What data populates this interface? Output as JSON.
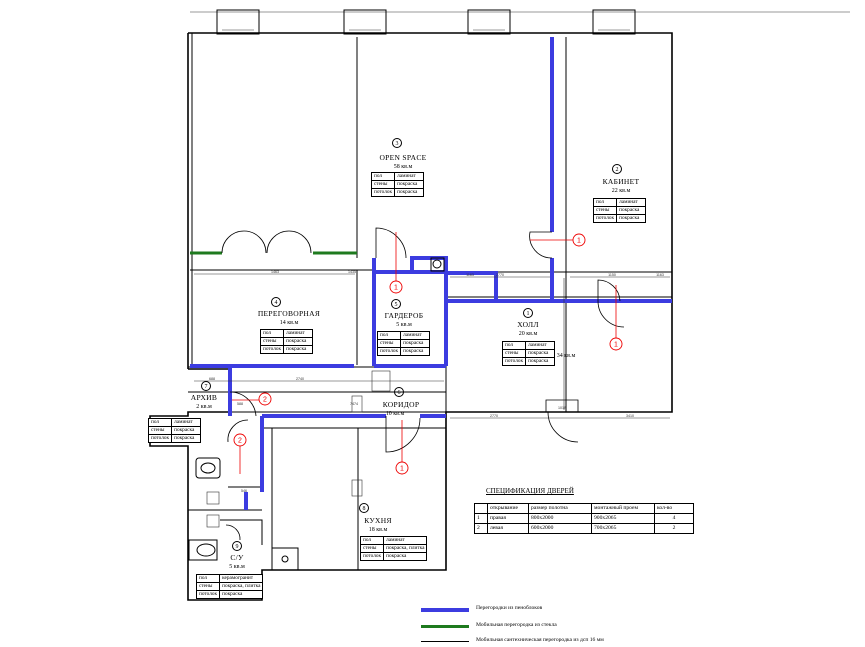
{
  "rooms": [
    {
      "number": "3",
      "name": "OPEN SPACE",
      "area": "58 кв.м"
    },
    {
      "number": "2",
      "name": "КАБИНЕТ",
      "area": "22 кв.м"
    },
    {
      "number": "4",
      "name": "ПЕРЕГОВОРНАЯ",
      "area": "14 кв.м"
    },
    {
      "number": "5",
      "name": "ГАРДЕРОБ",
      "area": "5 кв.м"
    },
    {
      "number": "1",
      "name": "ХОЛЛ",
      "area": "20 кв.м"
    },
    {
      "number": "6",
      "name": "КОРИДОР",
      "area": "10 кв.м"
    },
    {
      "number": "7",
      "name": "АРХИВ",
      "area": "2 кв.м"
    },
    {
      "number": "8",
      "name": "КУХНЯ",
      "area": "18 кв.м"
    },
    {
      "number": "9",
      "name": "С/У",
      "area": "5 кв.м"
    }
  ],
  "finish_tables": {
    "openspace": [
      [
        "пол",
        "ламинат"
      ],
      [
        "стены",
        "покраска"
      ],
      [
        "потолок",
        "покраска"
      ]
    ],
    "cabinet": [
      [
        "пол",
        "ламинат"
      ],
      [
        "стены",
        "покраска"
      ],
      [
        "потолок",
        "покраска"
      ]
    ],
    "meeting": [
      [
        "пол",
        "ламинат"
      ],
      [
        "стены",
        "покраска"
      ],
      [
        "потолок",
        "покраска"
      ]
    ],
    "wardrobe": [
      [
        "пол",
        "ламинат"
      ],
      [
        "стены",
        "покраска"
      ],
      [
        "потолок",
        "покраска"
      ]
    ],
    "hall": [
      [
        "пол",
        "ламинат"
      ],
      [
        "стены",
        "покраска"
      ],
      [
        "потолок",
        "покраска"
      ]
    ],
    "archive": [
      [
        "пол",
        "ламинат"
      ],
      [
        "стены",
        "покраска"
      ],
      [
        "потолок",
        "покраска"
      ]
    ],
    "kitchen": [
      [
        "пол",
        "ламинат"
      ],
      [
        "стены",
        "покраска, плитка"
      ],
      [
        "потолок",
        "покраска"
      ]
    ],
    "wc": [
      [
        "пол",
        "керамогранит"
      ],
      [
        "стены",
        "покраска, плитка"
      ],
      [
        "потолок",
        "покраска"
      ]
    ]
  },
  "door_markers": [
    {
      "id": "m1",
      "label": "1"
    },
    {
      "id": "m2",
      "label": "1"
    },
    {
      "id": "m3",
      "label": "1"
    },
    {
      "id": "m4",
      "label": "1"
    },
    {
      "id": "m5",
      "label": "2"
    },
    {
      "id": "m6",
      "label": "2"
    }
  ],
  "dimensions": [
    "1463",
    "1435",
    "2770",
    "1163",
    "1150",
    "1163",
    "688",
    "2740",
    "588",
    "7474",
    "2770",
    "1018",
    "3410",
    "546"
  ],
  "hall_extra": "34 кв.м",
  "spec": {
    "title": "СПЕЦИФИКАЦИЯ ДВЕРЕЙ",
    "headers": [
      "",
      "открывание",
      "размер полотна",
      "монтажный проем",
      "кол-во"
    ],
    "rows": [
      [
        "1",
        "правая",
        "800х2000",
        "900х2065",
        "4"
      ],
      [
        "2",
        "левая",
        "600х2000",
        "700х2065",
        "2"
      ]
    ]
  },
  "legend": [
    {
      "text": "Перегородки из пеноблоков",
      "color": "#3c3ce0"
    },
    {
      "text": "Мобильная перегородка из стекла",
      "color": "#1e7a1e"
    },
    {
      "text": "Мобильная сантехническая перегородка из дсп 16 мм",
      "color": "#000000"
    }
  ]
}
